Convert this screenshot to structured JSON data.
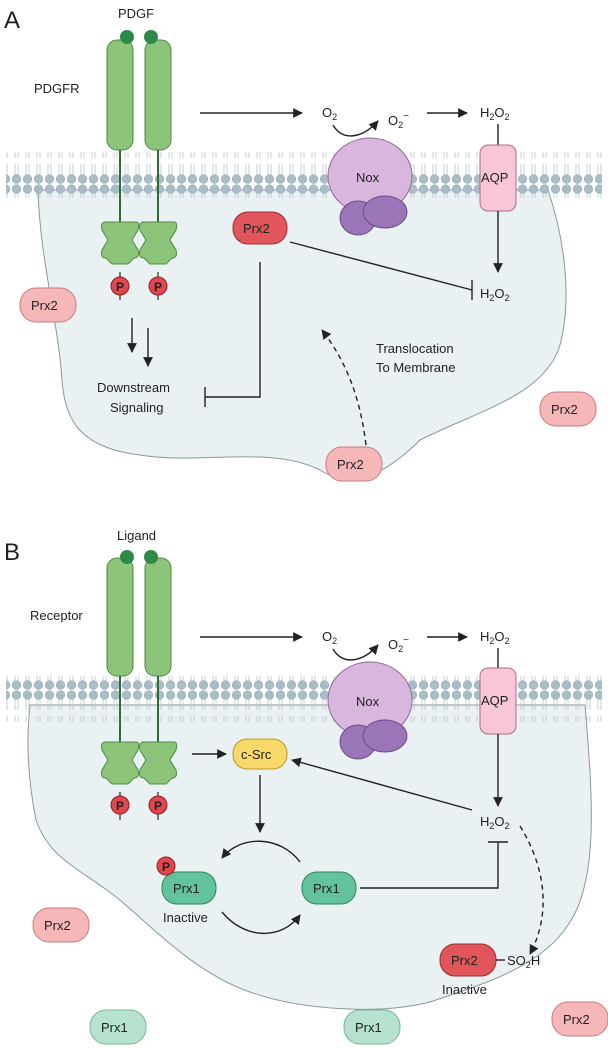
{
  "panel_a": {
    "letter": "A",
    "ligand": "PDGF",
    "receptor": "PDGFR",
    "phospho": "P",
    "o2": "O",
    "o2_sub": "2",
    "superoxide": "O",
    "superoxide_sub": "2",
    "superoxide_sup": "−",
    "h2o2_top": {
      "h": "H",
      "s1": "2",
      "o": "O",
      "s2": "2"
    },
    "h2o2_inside": {
      "h": "H",
      "s1": "2",
      "o": "O",
      "s2": "2"
    },
    "nox": "Nox",
    "aqp": "AQP",
    "prx2_membrane": "Prx2",
    "prx2_left": "Prx2",
    "prx2_right": "Prx2",
    "prx2_bottom": "Prx2",
    "downstream_line1": "Downstream",
    "downstream_line2": "Signaling",
    "translocation_line1": "Translocation",
    "translocation_line2": "To Membrane"
  },
  "panel_b": {
    "letter": "B",
    "ligand": "Ligand",
    "receptor": "Receptor",
    "phospho": "P",
    "o2": "O",
    "o2_sub": "2",
    "superoxide": "O",
    "superoxide_sub": "2",
    "superoxide_sup": "−",
    "h2o2_top": {
      "h": "H",
      "s1": "2",
      "o": "O",
      "s2": "2"
    },
    "h2o2_inside": {
      "h": "H",
      "s1": "2",
      "o": "O",
      "s2": "2"
    },
    "nox": "Nox",
    "aqp": "AQP",
    "csrc": "c-Src",
    "prx1_inactive": "Prx1",
    "inactive_label": "Inactive",
    "prx1_active": "Prx1",
    "prx2_left": "Prx2",
    "prx2_sulfinic": "Prx2",
    "so2h": {
      "a": "SO",
      "b": "2",
      "c": "H"
    },
    "prx2_inactive_label": "Inactive",
    "prx2_corner": "Prx2",
    "prx1_bottom_left": "Prx1",
    "prx1_bottom_mid": "Prx1"
  },
  "colors": {
    "receptor_fill": "#8cc47a",
    "receptor_stroke": "#4e8a43",
    "ligand": "#2f8a4a",
    "phospho": "#e0474c",
    "membrane_head": "#a9bdc6",
    "cell_fill": "#eaf1f2",
    "nox": "#d9b6dd",
    "nox_subunit": "#9a76b8",
    "aqp": "#f7c6d8",
    "prx2_dark": "#e0565b",
    "prx2_light": "#f5b7b8",
    "prx1_dark": "#63c39c",
    "prx1_light": "#b7e2cf",
    "csrc": "#f7d969"
  }
}
